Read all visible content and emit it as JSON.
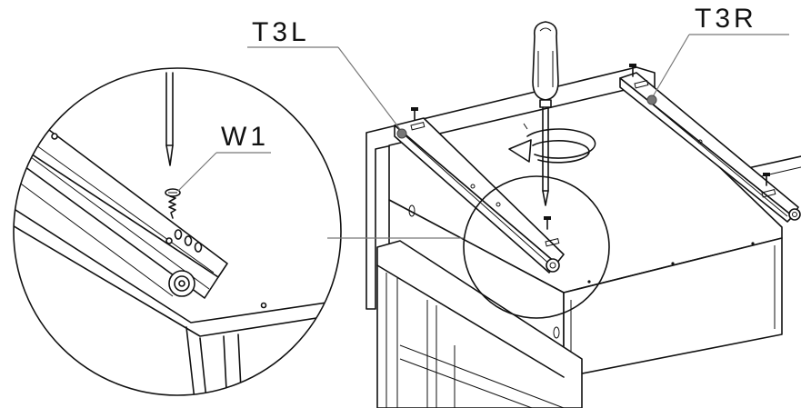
{
  "labels": {
    "t3l": "T3L",
    "t3r": "T3R",
    "w1": "W1"
  },
  "colors": {
    "line": "#111111",
    "leader": "#777777",
    "marker": "#777777",
    "background": "#ffffff"
  }
}
